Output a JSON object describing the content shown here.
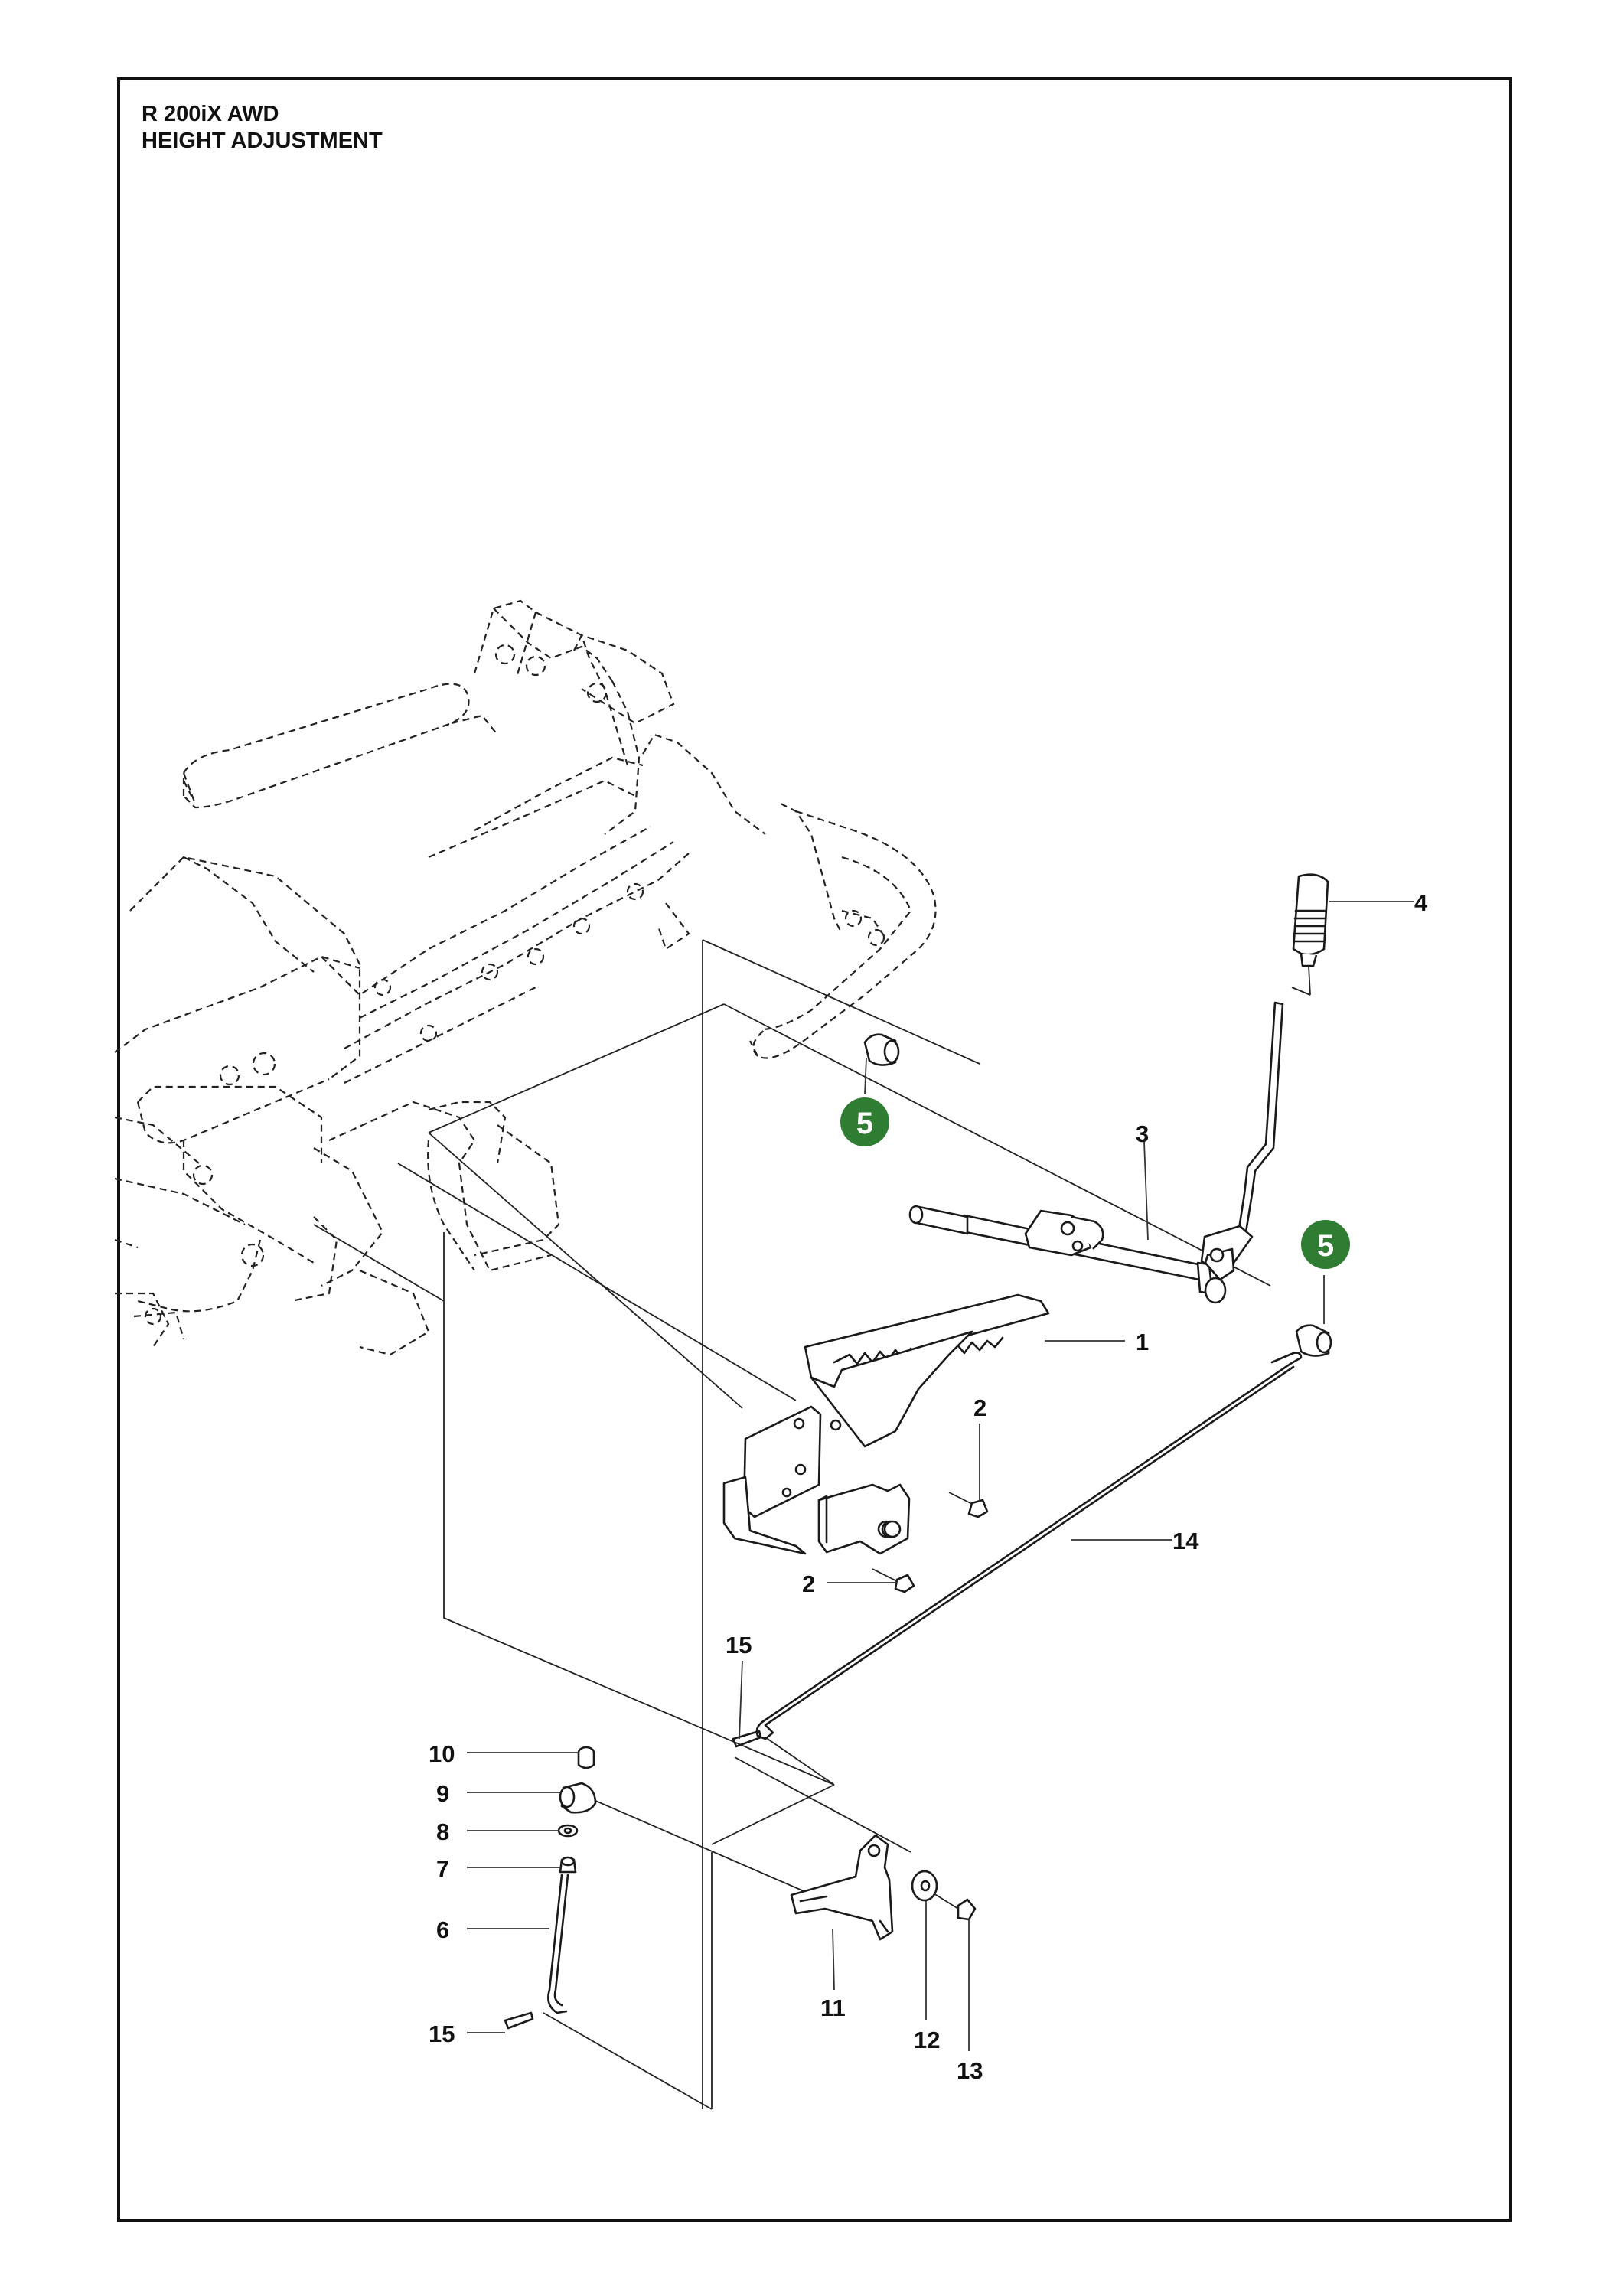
{
  "header": {
    "model": "R 200iX AWD",
    "section": "HEIGHT ADJUSTMENT"
  },
  "colors": {
    "badge": "#2e7d32",
    "line": "#1a1a1a",
    "frame": "#111111"
  },
  "callouts": {
    "c1": "1",
    "c2a": "2",
    "c2b": "2",
    "c3": "3",
    "c4": "4",
    "c5a": "5",
    "c5b": "5",
    "c6": "6",
    "c7": "7",
    "c8": "8",
    "c9": "9",
    "c10": "10",
    "c11": "11",
    "c12": "12",
    "c13": "13",
    "c14": "14",
    "c15a": "15",
    "c15b": "15"
  }
}
